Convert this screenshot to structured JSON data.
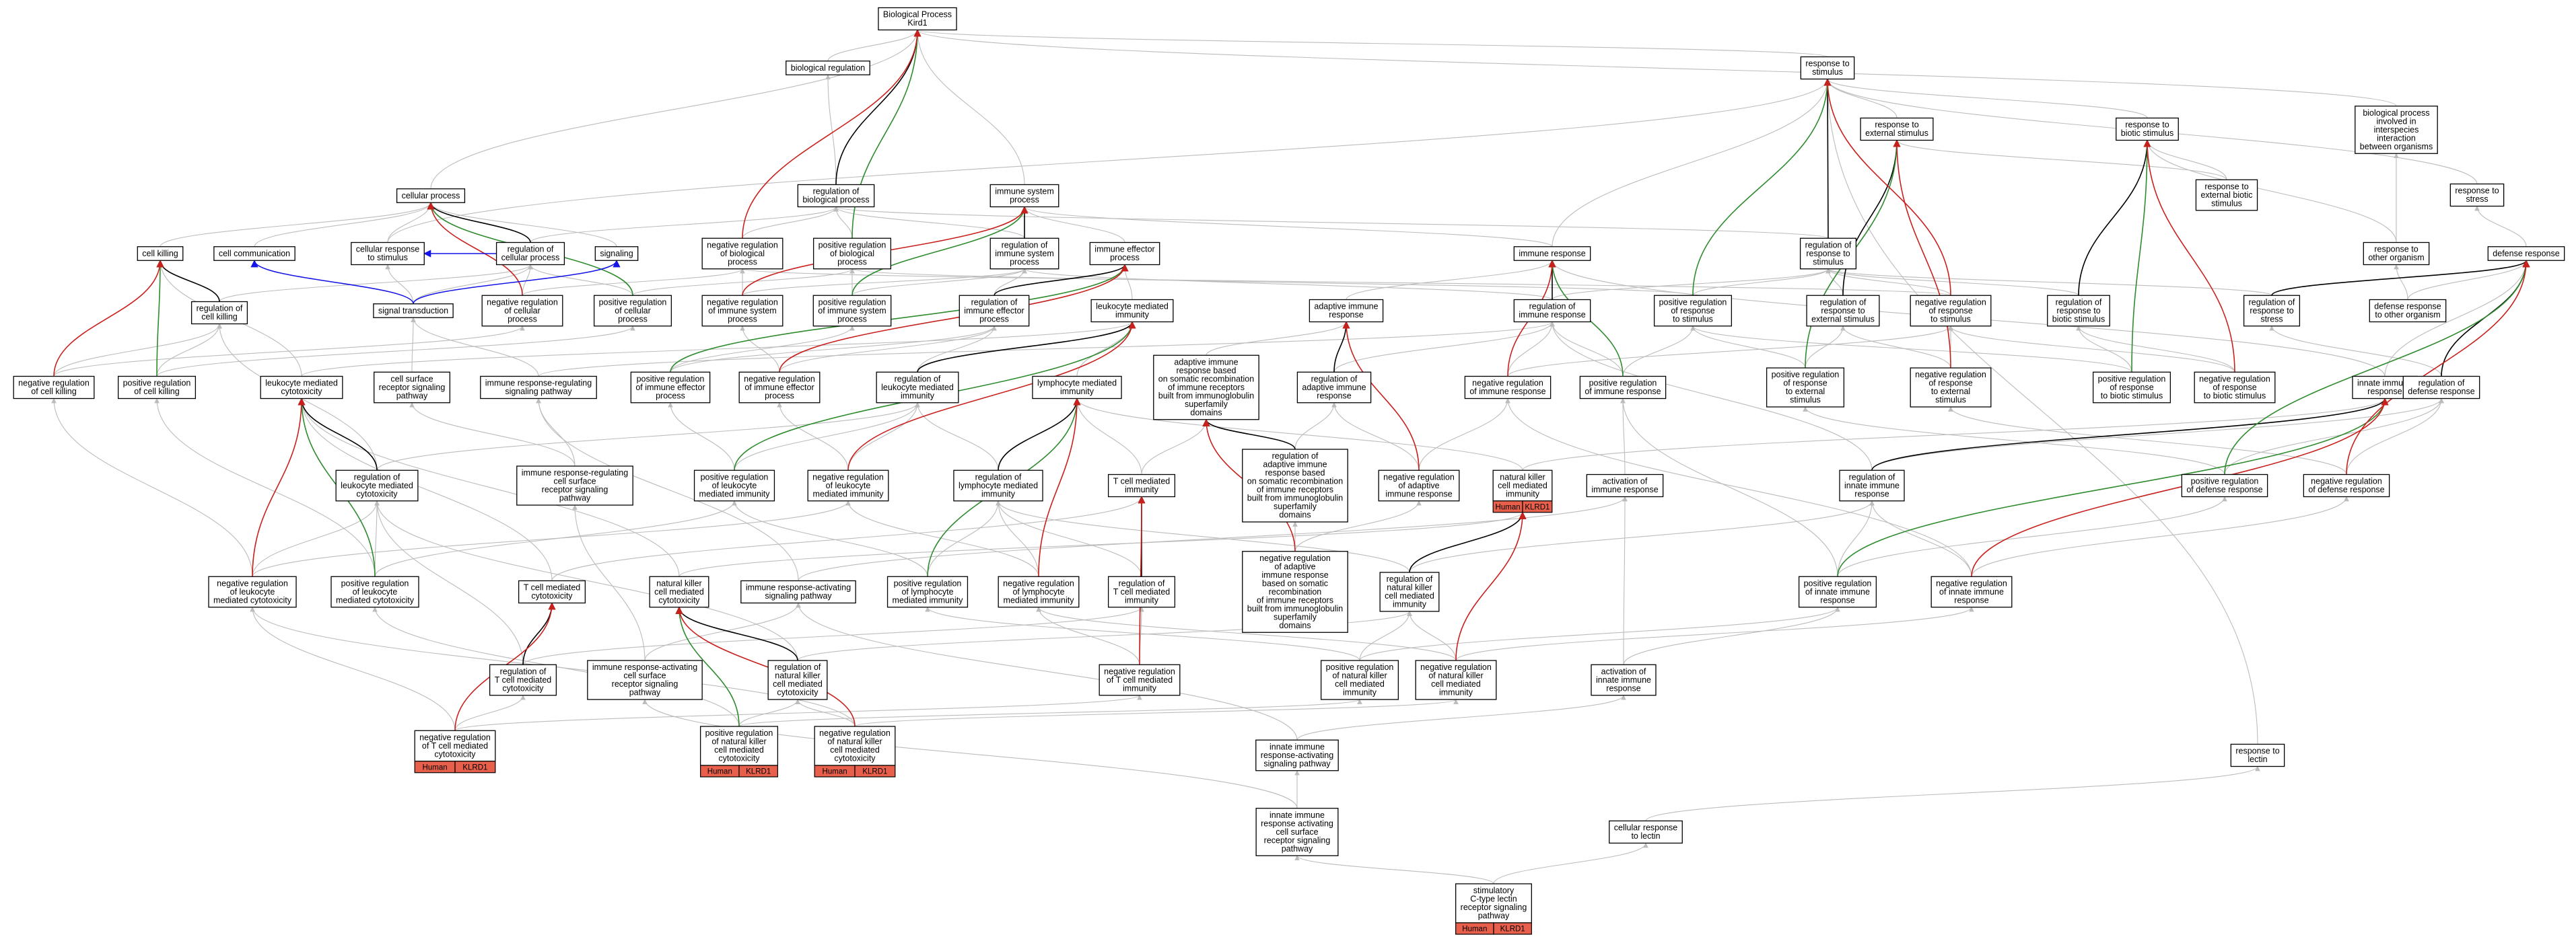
{
  "colors": {
    "is_a": "#bcbcbc",
    "part_of": "#000000",
    "positively_regulates": "#2e8b2e",
    "negatively_regulates": "#c8211d",
    "regulates": "#1414e6",
    "annotation_tag": "#e8604c"
  },
  "nodes": {
    "bp": [
      "Biological Process",
      "Kird1"
    ],
    "breg": [
      "biological regulation"
    ],
    "rts": [
      "response to",
      "stimulus"
    ],
    "bpinter": [
      "biological process",
      "involved in",
      "interspecies",
      "interaction",
      "between organisms"
    ],
    "rext": [
      "response to",
      "external stimulus"
    ],
    "rbiot": [
      "response to",
      "biotic stimulus"
    ],
    "rextbiot": [
      "response to",
      "external biotic",
      "stimulus"
    ],
    "rstress": [
      "response to",
      "stress"
    ],
    "cellproc": [
      "cellular process"
    ],
    "regbp": [
      "regulation of",
      "biological process"
    ],
    "imsys": [
      "immune system",
      "process"
    ],
    "rother": [
      "response to",
      "other organism"
    ],
    "defense": [
      "defense response"
    ],
    "cellkill": [
      "cell killing"
    ],
    "cellcomm": [
      "cell communication"
    ],
    "cellresp": [
      "cellular response",
      "to stimulus"
    ],
    "regcellproc": [
      "regulation of",
      "cellular process"
    ],
    "signaling": [
      "signaling"
    ],
    "negregbp": [
      "negative regulation",
      "of biological",
      "process"
    ],
    "posregbp": [
      "positive regulation",
      "of biological",
      "process"
    ],
    "regimsys": [
      "regulation of",
      "immune system",
      "process"
    ],
    "imeff": [
      "immune effector",
      "process"
    ],
    "imresp": [
      "immune response"
    ],
    "regrts": [
      "regulation of",
      "response to",
      "stimulus"
    ],
    "regkill": [
      "regulation of",
      "cell killing"
    ],
    "sigtrans": [
      "signal transduction"
    ],
    "negregcp": [
      "negative regulation",
      "of cellular",
      "process"
    ],
    "posregcp": [
      "positive regulation",
      "of cellular",
      "process"
    ],
    "negregims": [
      "negative regulation",
      "of immune system",
      "process"
    ],
    "posregims": [
      "positive regulation",
      "of immune system",
      "process"
    ],
    "regimeff": [
      "regulation of",
      "immune effector",
      "process"
    ],
    "leukimm": [
      "leukocyte mediated",
      "immunity"
    ],
    "adaptive": [
      "adaptive immune",
      "response"
    ],
    "regimresp": [
      "regulation of",
      "immune response"
    ],
    "posregrts": [
      "positive regulation",
      "of response",
      "to stimulus"
    ],
    "regrext": [
      "regulation of",
      "response to",
      "external stimulus"
    ],
    "negregrts": [
      "negative regulation",
      "of response",
      "to stimulus"
    ],
    "regrbiot": [
      "regulation of",
      "response to",
      "biotic stimulus"
    ],
    "regrstress": [
      "regulation of",
      "response to",
      "stress"
    ],
    "defother": [
      "defense response",
      "to other organism"
    ],
    "negkill": [
      "negative regulation",
      "of cell killing"
    ],
    "poskill": [
      "positive regulation",
      "of cell killing"
    ],
    "leukcyto": [
      "leukocyte mediated",
      "cytotoxicity"
    ],
    "csrsp": [
      "cell surface",
      "receptor signaling",
      "pathway"
    ],
    "imrsp": [
      "immune response-regulating",
      "signaling pathway"
    ],
    "posimeff": [
      "positive regulation",
      "of immune effector",
      "process"
    ],
    "negimeff": [
      "negative regulation",
      "of immune effector",
      "process"
    ],
    "regleukimm": [
      "regulation of",
      "leukocyte mediated",
      "immunity"
    ],
    "lymimm": [
      "lymphocyte mediated",
      "immunity"
    ],
    "adaptsom": [
      "adaptive immune",
      "response based",
      "on somatic recombination",
      "of immune receptors",
      "built from immunoglobulin",
      "superfamily",
      "domains"
    ],
    "regadapt": [
      "regulation of",
      "adaptive immune",
      "response"
    ],
    "negimresp": [
      "negative regulation",
      "of immune response"
    ],
    "posimresp": [
      "positive regulation",
      "of immune response"
    ],
    "posrext": [
      "positive regulation",
      "of response",
      "to external",
      "stimulus"
    ],
    "negrext": [
      "negative regulation",
      "of response",
      "to external",
      "stimulus"
    ],
    "posrbiot": [
      "positive regulation",
      "of response",
      "to biotic stimulus"
    ],
    "negrbiot": [
      "negative regulation",
      "of response",
      "to biotic stimulus"
    ],
    "innate": [
      "innate immune",
      "response"
    ],
    "regdef": [
      "regulation of",
      "defense response"
    ],
    "regleukcyto": [
      "regulation of",
      "leukocyte mediated",
      "cytotoxicity"
    ],
    "imrscsr": [
      "immune response-regulating",
      "cell surface",
      "receptor signaling",
      "pathway"
    ],
    "posleukimm": [
      "positive regulation",
      "of leukocyte",
      "mediated immunity"
    ],
    "negleukimm": [
      "negative regulation",
      "of leukocyte",
      "mediated immunity"
    ],
    "reglymimm": [
      "regulation of",
      "lymphocyte mediated",
      "immunity"
    ],
    "tcellimm": [
      "T cell mediated",
      "immunity"
    ],
    "regadaptsom": [
      "regulation of",
      "adaptive immune",
      "response based",
      "on somatic recombination",
      "of immune receptors",
      "built from immunoglobulin",
      "superfamily",
      "domains"
    ],
    "negadapt": [
      "negative regulation",
      "of adaptive",
      "immune response"
    ],
    "nkimm": [
      "natural killer",
      "cell mediated",
      "immunity"
    ],
    "actimm": [
      "activation of",
      "immune response"
    ],
    "reginnate": [
      "regulation of",
      "innate immune",
      "response"
    ],
    "posdef": [
      "positive regulation",
      "of defense response"
    ],
    "negdef": [
      "negative regulation",
      "of defense response"
    ],
    "negleukcyto": [
      "negative regulation",
      "of leukocyte",
      "mediated cytotoxicity"
    ],
    "posleukcyto": [
      "positive regulation",
      "of leukocyte",
      "mediated cytotoxicity"
    ],
    "tcellcyto": [
      "T cell mediated",
      "cytotoxicity"
    ],
    "nkcyto": [
      "natural killer",
      "cell mediated",
      "cytotoxicity"
    ],
    "imras": [
      "immune response-activating",
      "signaling pathway"
    ],
    "poslymimm": [
      "positive regulation",
      "of lymphocyte",
      "mediated immunity"
    ],
    "neglymimm": [
      "negative regulation",
      "of lymphocyte",
      "mediated immunity"
    ],
    "regtcellimm": [
      "regulation of",
      "T cell mediated",
      "immunity"
    ],
    "negadaptsom": [
      "negative regulation",
      "of adaptive",
      "immune response",
      "based on somatic",
      "recombination",
      "of immune receptors",
      "built from immunoglobulin",
      "superfamily",
      "domains"
    ],
    "regnkimm": [
      "regulation of",
      "natural killer",
      "cell mediated",
      "immunity"
    ],
    "posinnate": [
      "positive regulation",
      "of innate immune",
      "response"
    ],
    "neginnate": [
      "negative regulation",
      "of innate immune",
      "response"
    ],
    "regtcyto": [
      "regulation of",
      "T cell mediated",
      "cytotoxicity"
    ],
    "imracsr": [
      "immune response-activating",
      "cell surface",
      "receptor signaling",
      "pathway"
    ],
    "regnkcyto": [
      "regulation of",
      "natural killer",
      "cell mediated",
      "cytotoxicity"
    ],
    "negtcellimm": [
      "negative regulation",
      "of T cell mediated",
      "immunity"
    ],
    "posnkimm": [
      "positive regulation",
      "of natural killer",
      "cell mediated",
      "immunity"
    ],
    "negnkimm": [
      "negative regulation",
      "of natural killer",
      "cell mediated",
      "immunity"
    ],
    "actinnate": [
      "activation of",
      "innate immune",
      "response"
    ],
    "negtcyto": [
      "negative regulation",
      "of T cell mediated",
      "cytotoxicity"
    ],
    "posnkcyto": [
      "positive regulation",
      "of natural killer",
      "cell mediated",
      "cytotoxicity"
    ],
    "negnkcyto": [
      "negative regulation",
      "of natural killer",
      "cell mediated",
      "cytotoxicity"
    ],
    "innatesig": [
      "innate immune",
      "response-activating",
      "signaling pathway"
    ],
    "rlectin": [
      "response to",
      "lectin"
    ],
    "innatecsr": [
      "innate immune",
      "response activating",
      "cell surface",
      "receptor signaling",
      "pathway"
    ],
    "cellrlectin": [
      "cellular response",
      "to lectin"
    ],
    "stimlectin": [
      "stimulatory",
      "C-type lectin",
      "receptor signaling",
      "pathway"
    ]
  },
  "tag_labels": {
    "species": "Human",
    "gene": "KLRD1"
  }
}
